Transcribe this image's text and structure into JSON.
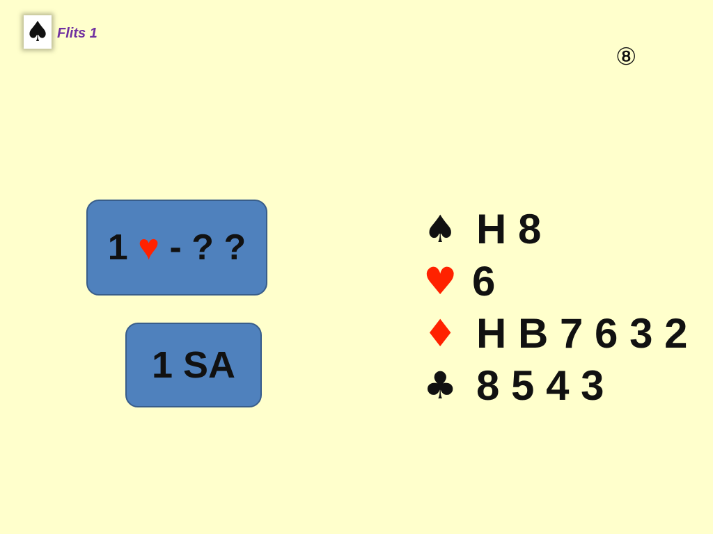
{
  "header": {
    "logo_icon": "♠",
    "title": "Flits 1",
    "slide_number": "⑧"
  },
  "bidding": {
    "question_prefix": "1",
    "question_suit": "♥",
    "question_suffix": "- ? ?",
    "answer": "1 SA"
  },
  "hand": {
    "spades": {
      "symbol": "♠",
      "cards": "H 8"
    },
    "hearts": {
      "symbol": "♥",
      "cards": "6"
    },
    "diamonds": {
      "symbol": "♦",
      "cards": "H B 7 6 3 2"
    },
    "clubs": {
      "symbol": "♣",
      "cards": "8 5 4 3"
    }
  },
  "colors": {
    "background": "#ffffcc",
    "box_fill": "#4f81bd",
    "red_suit": "#ff2200",
    "title": "#7030a0"
  }
}
